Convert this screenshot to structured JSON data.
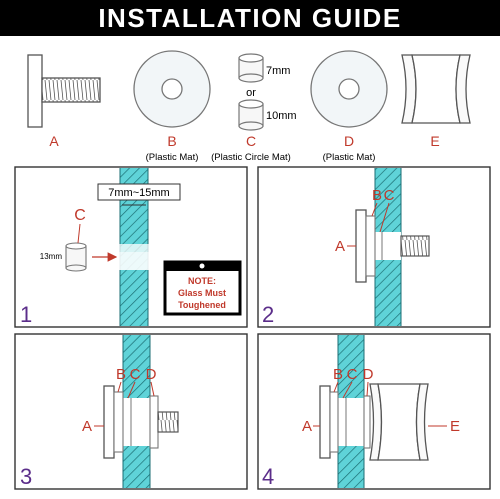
{
  "header": {
    "title": "INSTALLATION  GUIDE",
    "bg_color": "#000000",
    "text_color": "#ffffff"
  },
  "parts": {
    "a": {
      "letter": "A"
    },
    "b": {
      "letter": "B",
      "caption": "(Plastic Mat)"
    },
    "c": {
      "letter": "C",
      "caption": "(Plastic Circle Mat)",
      "size_top": "7mm",
      "or_text": "or",
      "size_bottom": "10mm"
    },
    "d": {
      "letter": "D",
      "caption": "(Plastic Mat)"
    },
    "e": {
      "letter": "E"
    }
  },
  "steps": {
    "s1": {
      "number": "1",
      "thickness": "7mm~15mm",
      "part_label": "C",
      "height_label": "13mm",
      "note_title": "NOTE:",
      "note_line1": "Glass Must",
      "note_line2": "Toughened"
    },
    "s2": {
      "number": "2",
      "labels": [
        "B",
        "C",
        "A"
      ]
    },
    "s3": {
      "number": "3",
      "labels": [
        "B",
        "C",
        "D",
        "A"
      ]
    },
    "s4": {
      "number": "4",
      "labels": [
        "B",
        "C",
        "D",
        "A",
        "E"
      ]
    }
  },
  "colors": {
    "label_red": "#c0392b",
    "step_number_purple": "#5b2d8a",
    "glass_cyan": "#5fd3d8",
    "panel_border": "#333333",
    "part_outline": "#555555"
  }
}
